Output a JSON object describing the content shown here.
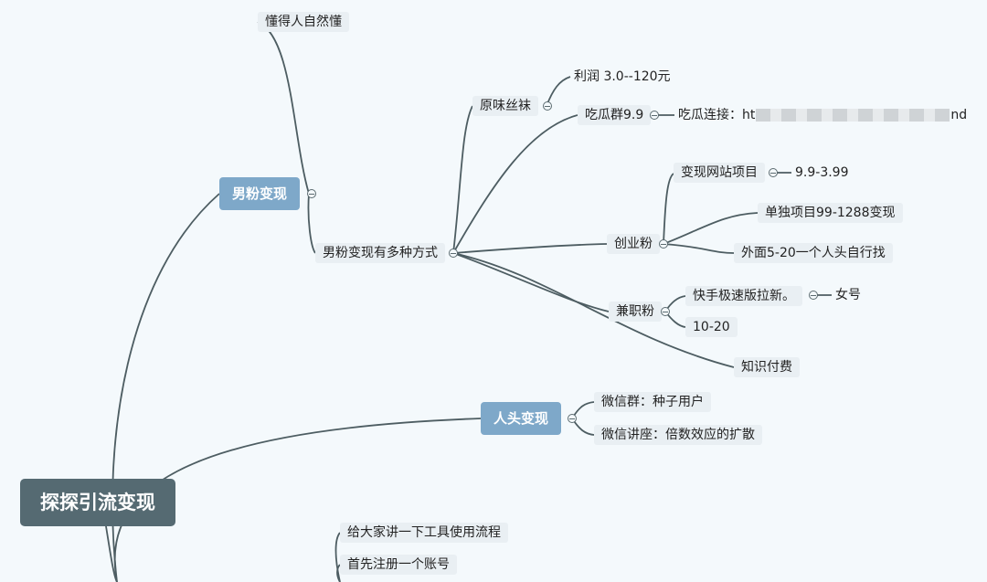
{
  "mindmap": {
    "root": "探探引流变现",
    "top_note": "懂得人自然懂",
    "male_fans": {
      "label": "男粉变现",
      "ways": "男粉变现有多种方式",
      "silk": {
        "label": "原味丝袜",
        "profit": "利润 3.0--120元"
      },
      "melon": {
        "label": "吃瓜群9.9",
        "link_prefix": "吃瓜连接：ht",
        "link_suffix": "nd"
      },
      "startup": {
        "label": "创业粉",
        "site_project": "变现网站项目",
        "site_price": "9.9-3.99",
        "single_project": "单独项目99-1288变现",
        "outside": "外面5-20一个人头自行找"
      },
      "parttime": {
        "label": "兼职粉",
        "kuaishou": "快手极速版拉新。",
        "female": "女号",
        "range": "10-20"
      },
      "knowledge": "知识付费"
    },
    "head_cash": {
      "label": "人头变现",
      "wechat_group": "微信群：种子用户",
      "wechat_lecture": "微信讲座：倍数效应的扩散"
    },
    "bottom": {
      "tool_flow": "给大家讲一下工具使用流程",
      "register": "首先注册一个账号"
    }
  }
}
